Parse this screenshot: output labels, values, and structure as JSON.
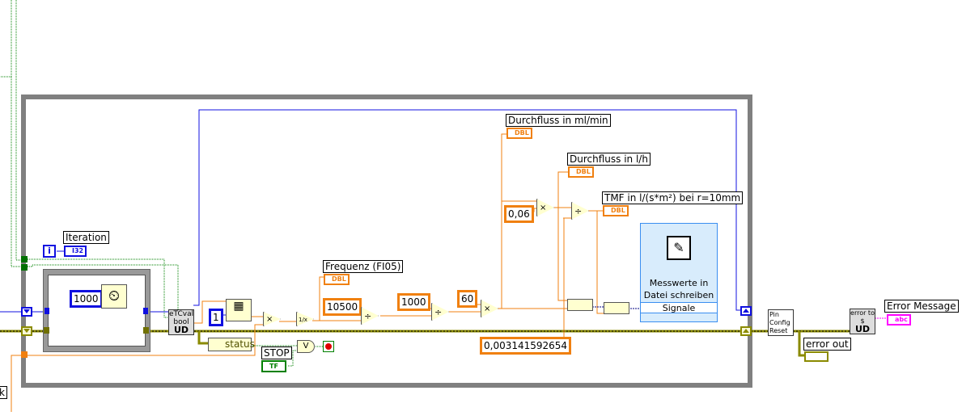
{
  "labels": {
    "iteration": "Iteration",
    "frequenz": "Frequenz (FI05)",
    "ml_min": "Durchfluss in ml/min",
    "l_h": "Durchfluss in l/h",
    "tmf": "TMF in l/(s*m²) bei r=10mm",
    "stop": "STOP",
    "error_out": "error out",
    "error_message": "Error Message",
    "partial": "k"
  },
  "terminals": {
    "i32": "I32",
    "dbl": "DBL",
    "tf": "TF",
    "abc": "abc",
    "iter_i": "i"
  },
  "constants": {
    "wait_ms": "1000",
    "one": "1",
    "c10500": "10500",
    "c1000": "1000",
    "c60": "60",
    "c006": "0,06",
    "pi_area": "0,003141592654"
  },
  "nodes": {
    "etcval": "eTCval bool",
    "ud": "UD",
    "status": "status",
    "pin_config": "Pin Config Reset",
    "error_to": "error to $",
    "multiply": "×",
    "divide": "÷",
    "reciprocal": "1/x",
    "or": "V"
  },
  "express_vi": {
    "title": "Messwerte in Datei schreiben",
    "input": "Signale"
  },
  "colors": {
    "numeric": "#f08010",
    "integer": "#1010e0",
    "error": "#8a8a00",
    "boolean": "#008000",
    "string": "#ff00ff",
    "loop": "#808080"
  }
}
